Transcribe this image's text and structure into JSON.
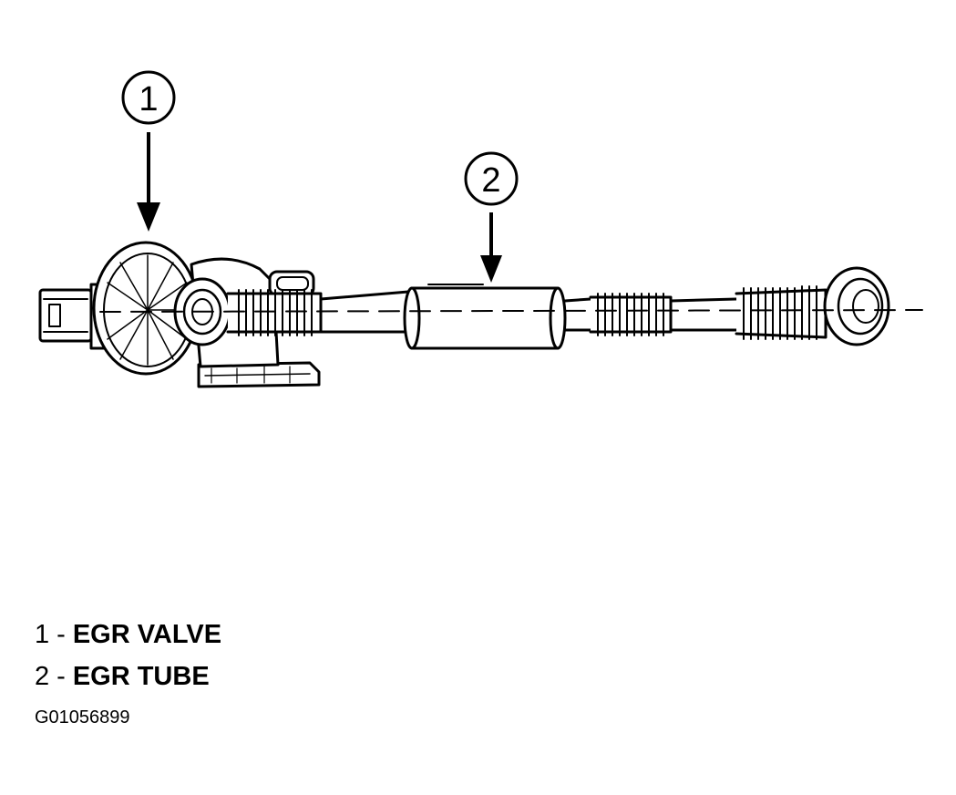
{
  "callouts": [
    {
      "number": "1",
      "label": "EGR VALVE"
    },
    {
      "number": "2",
      "label": "EGR TUBE"
    }
  ],
  "legend": {
    "separator": "-",
    "items": [
      {
        "number": "1",
        "label": "EGR VALVE"
      },
      {
        "number": "2",
        "label": "EGR TUBE"
      }
    ]
  },
  "figure_id": "G01056899"
}
